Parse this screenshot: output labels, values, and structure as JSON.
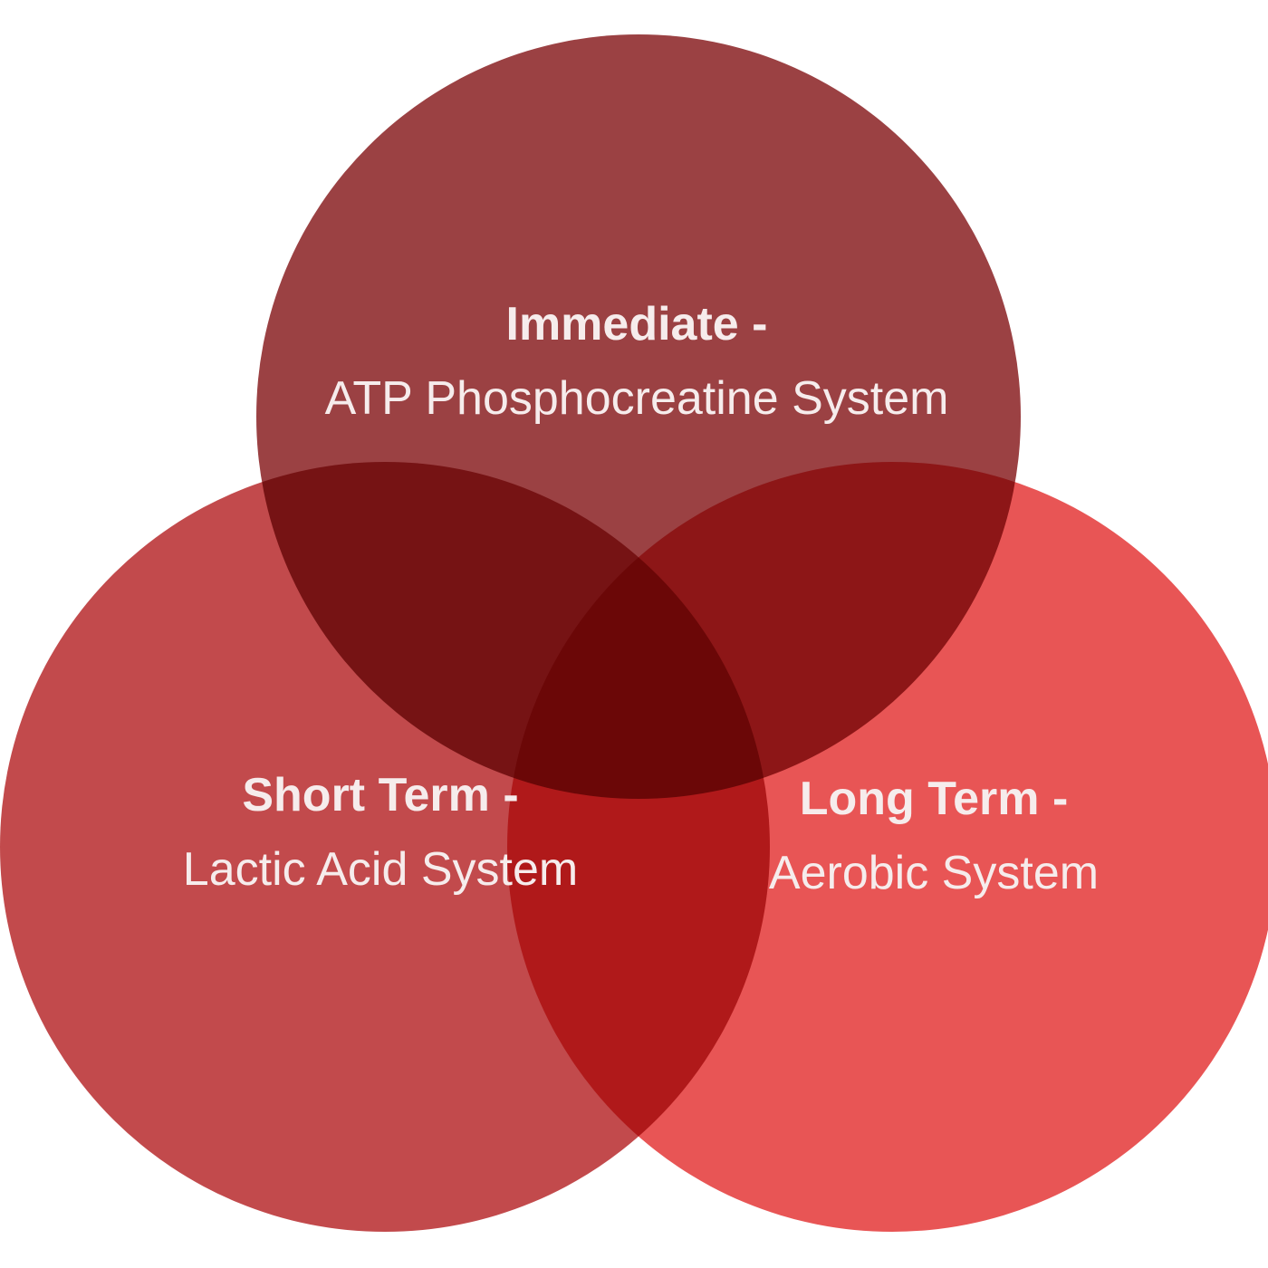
{
  "diagram": {
    "sets": [
      {
        "key": "immediate",
        "title": "Immediate -",
        "subtitle": "ATP Phosphocreatine System",
        "color": "#9b4143"
      },
      {
        "key": "short_term",
        "title": "Short Term -",
        "subtitle": "Lactic Acid System",
        "color": "#c24a4c"
      },
      {
        "key": "long_term",
        "title": "Long Term -",
        "subtitle": "Aerobic System",
        "color": "#e85555"
      }
    ],
    "background_color": "#ffffff",
    "label_color": "#f6ecec"
  }
}
